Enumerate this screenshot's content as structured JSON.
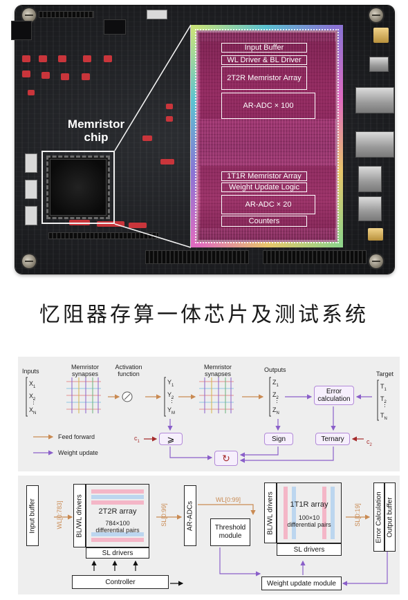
{
  "photo": {
    "chip_label": "Memristor chip",
    "die_blocks": {
      "input_buffer": "Input Buffer",
      "wl_bl_driver": "WL Driver & BL Driver",
      "array_2t2r": "2T2R Memristor Array",
      "adc_100": "AR-ADC × 100",
      "array_1t1r": "1T1R Memristor Array",
      "weight_update_logic": "Weight Update Logic",
      "adc_20": "AR-ADC × 20",
      "counters": "Counters"
    }
  },
  "title": "忆阻器存算一体芯片及测试系统",
  "diagram1": {
    "inputs_label": "Inputs",
    "x1": "X",
    "x1_sub": "1",
    "x2": "X",
    "x2_sub": "2",
    "xn": "X",
    "xn_sub": "N",
    "synapses1_label": "Memristor synapses",
    "activation_label": "Activation function",
    "y1": "Y",
    "y1_sub": "1",
    "y2": "Y",
    "y2_sub": "2",
    "ym": "Y",
    "ym_sub": "M",
    "synapses2_label": "Memristor synapses",
    "outputs_label": "Outputs",
    "z1": "Z",
    "z1_sub": "1",
    "z2": "Z",
    "z2_sub": "2",
    "zn": "Z",
    "zn_sub": "N",
    "error_calc": "Error calculation",
    "target_label": "Target",
    "t1": "T",
    "t1_sub": "1",
    "t2": "T",
    "t2_sub": "2",
    "tn": "T",
    "tn_sub": "N",
    "legend_feed": "Feed forward",
    "legend_update": "Weight update",
    "c1": "c",
    "c1_sub": "1",
    "c2": "c",
    "c2_sub": "2",
    "compare_symbol": "⩾",
    "sign_label": "Sign",
    "ternary_label": "Ternary",
    "update_symbol": "↻",
    "colors": {
      "feed": "#c98a52",
      "update": "#8a5fc9",
      "const": "#a52a2a"
    }
  },
  "diagram2": {
    "input_buffer": "Input buffer",
    "wl_bus": "WL[0:783]",
    "drivers1": "BL/WL drivers",
    "array1_title": "2T2R array",
    "array1_sub1": "784×100",
    "array1_sub2": "differential pairs",
    "sl_drivers1": "SL drivers",
    "sl_bus1": "SL[0:99]",
    "adcs": "AR-ADCs",
    "wl_bus2": "WL[0:99]",
    "threshold": "Threshold module",
    "drivers2": "BL/WL drivers",
    "array2_title": "1T1R array",
    "array2_sub1": "100×10",
    "array2_sub2": "differential pairs",
    "sl_drivers2": "SL drivers",
    "sl_bus2": "SL[0:19]",
    "error_calc": "Error Calculation",
    "output_buffer": "Output buffer",
    "controller": "Controller",
    "weight_update_module": "Weight update module"
  }
}
